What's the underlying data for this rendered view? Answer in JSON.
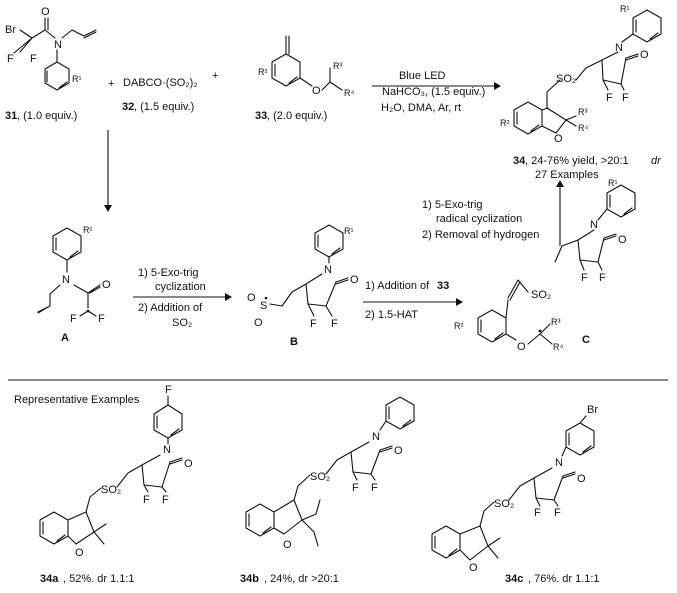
{
  "reagents": {
    "c31": "31",
    "c31_equiv": ", (1.0 equiv.)",
    "plus": "+",
    "dabco": "DABCO·(SO₂)₂",
    "c32": "32",
    "c32_equiv": ", (1.5 equiv.)",
    "c33": "33",
    "c33_equiv": ", (2.0 equiv.)"
  },
  "conditions": {
    "line1": "Blue LED",
    "line2": "NaHCO₃, (1.5 equiv.)",
    "line3": "H₂O, DMA, Ar, rt"
  },
  "product": {
    "id": "34",
    "yield": ", 24-76% yield, >20:1 ",
    "dr": "dr",
    "examples": "27 Examples"
  },
  "steps": {
    "a_to_b_1": "1) 5-Exo-trig",
    "a_to_b_1b": "cyclization",
    "a_to_b_2": "2) Addition of",
    "a_to_b_2b": "SO₂",
    "b_to_c_1": "1) Addition of ",
    "b_to_c_1b": "33",
    "b_to_c_2": "2) 1.5-HAT",
    "c_to_34_1": "1) 5-Exo-trig",
    "c_to_34_1b": "radical cyclization",
    "c_to_34_2": "2) Removal of hydrogen"
  },
  "intermediates": {
    "A": "A",
    "B": "B",
    "C": "C"
  },
  "atoms": {
    "Br": "Br",
    "F": "F",
    "O": "O",
    "N": "N",
    "SO2": "SO₂",
    "S": "S",
    "R1": "R¹",
    "R2": "R²",
    "R3": "R³",
    "R4": "R⁴"
  },
  "section_title": "Representative Examples",
  "examples": [
    {
      "id": "34a",
      "text": ", 52%. dr 1.1:1"
    },
    {
      "id": "34b",
      "text": ", 24%, dr >20:1"
    },
    {
      "id": "34c",
      "text": ", 76%. dr 1.1:1"
    }
  ]
}
